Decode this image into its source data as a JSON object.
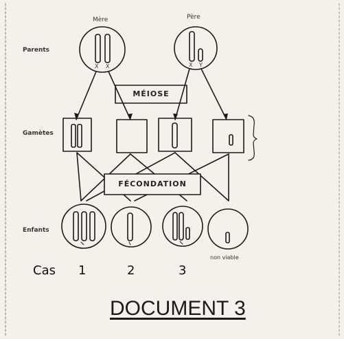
{
  "labels": {
    "mother": "Mère",
    "father": "Père",
    "parents": "Parents",
    "gametes": "Gamètes",
    "children": "Enfants",
    "meiosis": "MÉIOSE",
    "fertilization": "FÉCONDATION",
    "non_viable": "non viable"
  },
  "chromosome_labels": {
    "mother_left": "X",
    "mother_right": "X",
    "father_left": "X",
    "father_right": "Y"
  },
  "cases": {
    "word": "Cas",
    "numbers": [
      "1",
      "2",
      "3"
    ]
  },
  "document_title": "DOCUMENT 3"
}
